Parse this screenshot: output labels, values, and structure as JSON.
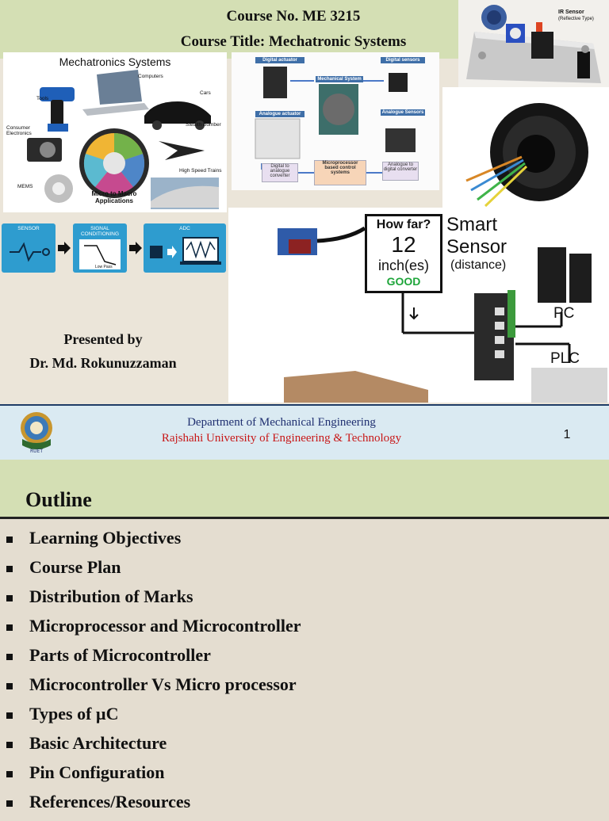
{
  "slide1": {
    "course_no": "Course No. ME 3215",
    "course_title": "Course Title: Mechatronic Systems",
    "mechatronics_image": {
      "title": "Mechatronics Systems",
      "labels": [
        "Computers",
        "Tools",
        "Cars",
        "Consumer Electronics",
        "Stealth Bomber",
        "MEMS",
        "High Speed Trains"
      ],
      "center_label": "Micro to Macro Applications"
    },
    "system_diagram": {
      "labels": [
        "Digital actuator",
        "Digital sensors",
        "Mechanical System",
        "Analogue actuator",
        "Analogue Sensors",
        "Digital to analogue converter",
        "Microprocessor based control systems",
        "Analogue to digital converter"
      ]
    },
    "ir_sensor": {
      "label_line1": "IR Sensor",
      "label_line2": "(Reflective Type)"
    },
    "signal_flow": {
      "steps": [
        "SENSOR",
        "SIGNAL CONDITIONING",
        "ADC"
      ],
      "filter_caption": "Low Pass"
    },
    "smart_sensor": {
      "display_line1": "How far?",
      "display_line2": "12",
      "display_line3": "inch(es)",
      "display_status": "GOOD",
      "title_line1": "Smart",
      "title_line2": "Sensor",
      "subtitle": "(distance)",
      "pc_label": "PC",
      "plc_label": "PLC"
    },
    "presented_by": "Presented by",
    "presenter": "Dr. Md. Rokunuzzaman",
    "footer": {
      "department": "Department of Mechanical Engineering",
      "university": "Rajshahi University of Engineering & Technology",
      "page_number": "1",
      "logo_text": "RUET"
    }
  },
  "slide2": {
    "title": "Outline",
    "items": [
      "Learning Objectives",
      "Course Plan",
      "Distribution of Marks",
      "Microprocessor and Microcontroller",
      "Parts of Microcontroller",
      "Microcontroller Vs Micro processor",
      "Types of µC",
      "Basic Architecture",
      "Pin Configuration",
      "References/Resources"
    ]
  },
  "colors": {
    "header_band": "#d4dfb4",
    "slide_background": "#e4ddd0",
    "footer_background": "#daeaf2",
    "department_text": "#1f2f70",
    "university_text": "#c81818",
    "flow_card": "#2e9ccf",
    "good_text": "#1ea53a"
  }
}
